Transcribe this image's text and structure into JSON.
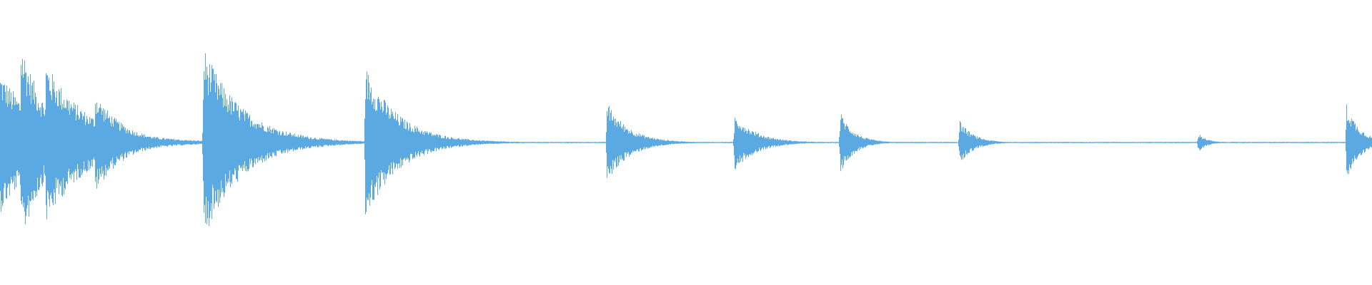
{
  "waveform": {
    "color": "#5aa9e2",
    "background": "#ffffff",
    "note": "",
    "onsets": [
      {
        "t": 0.0,
        "amp": 0.62,
        "decay": 0.03
      },
      {
        "t": 0.015,
        "amp": 0.92,
        "decay": 0.018
      },
      {
        "t": 0.033,
        "amp": 0.72,
        "decay": 0.03
      },
      {
        "t": 0.069,
        "amp": 0.45,
        "decay": 0.02
      },
      {
        "t": 0.148,
        "amp": 0.85,
        "decay": 0.028
      },
      {
        "t": 0.266,
        "amp": 0.68,
        "decay": 0.024
      },
      {
        "t": 0.442,
        "amp": 0.36,
        "decay": 0.016
      },
      {
        "t": 0.535,
        "amp": 0.25,
        "decay": 0.016
      },
      {
        "t": 0.612,
        "amp": 0.28,
        "decay": 0.01
      },
      {
        "t": 0.699,
        "amp": 0.2,
        "decay": 0.01
      },
      {
        "t": 0.873,
        "amp": 0.09,
        "decay": 0.006
      },
      {
        "t": 0.981,
        "amp": 0.35,
        "decay": 0.01
      }
    ],
    "noise_floor": 0.006
  }
}
